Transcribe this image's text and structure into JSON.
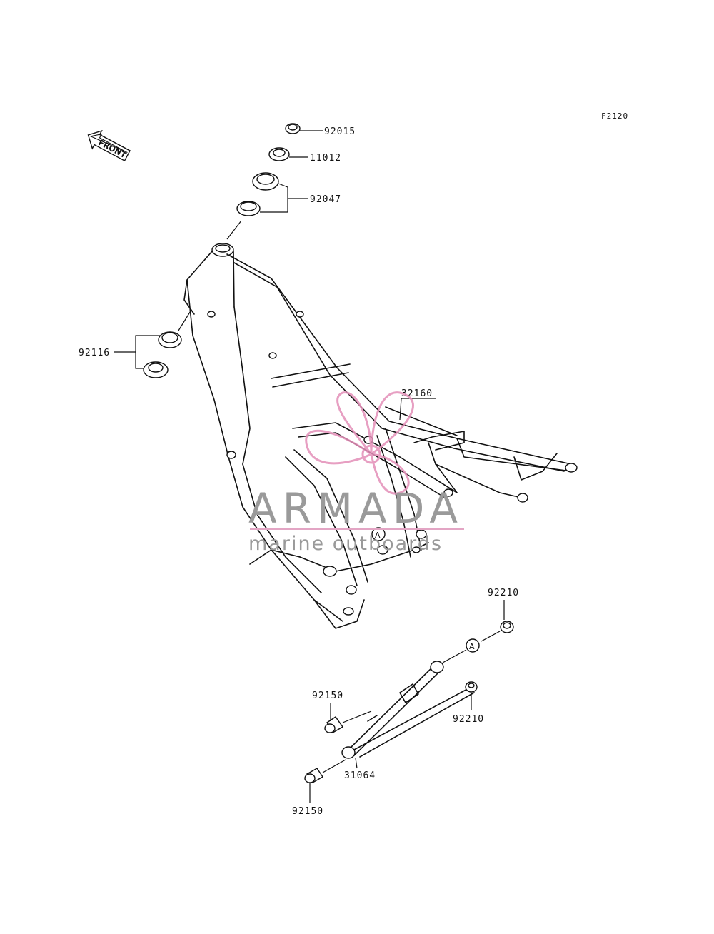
{
  "figure_code": "F2120",
  "front_arrow_label": "FRONT",
  "callout_marker": "A",
  "parts": [
    {
      "id": "nut_top",
      "number": "92015"
    },
    {
      "id": "washer_top",
      "number": "11012"
    },
    {
      "id": "race_top",
      "number": "92047"
    },
    {
      "id": "race_bottom",
      "number": "92116"
    },
    {
      "id": "frame",
      "number": "32160"
    },
    {
      "id": "nut_a",
      "number": "92210"
    },
    {
      "id": "collar_1",
      "number": "92150"
    },
    {
      "id": "nut_b",
      "number": "92210"
    },
    {
      "id": "bracket",
      "number": "31064"
    },
    {
      "id": "collar_2",
      "number": "92150"
    }
  ],
  "watermark": {
    "brand": "ARMADA",
    "tagline": "marine outboards",
    "accent_color": "#e38fb8"
  }
}
